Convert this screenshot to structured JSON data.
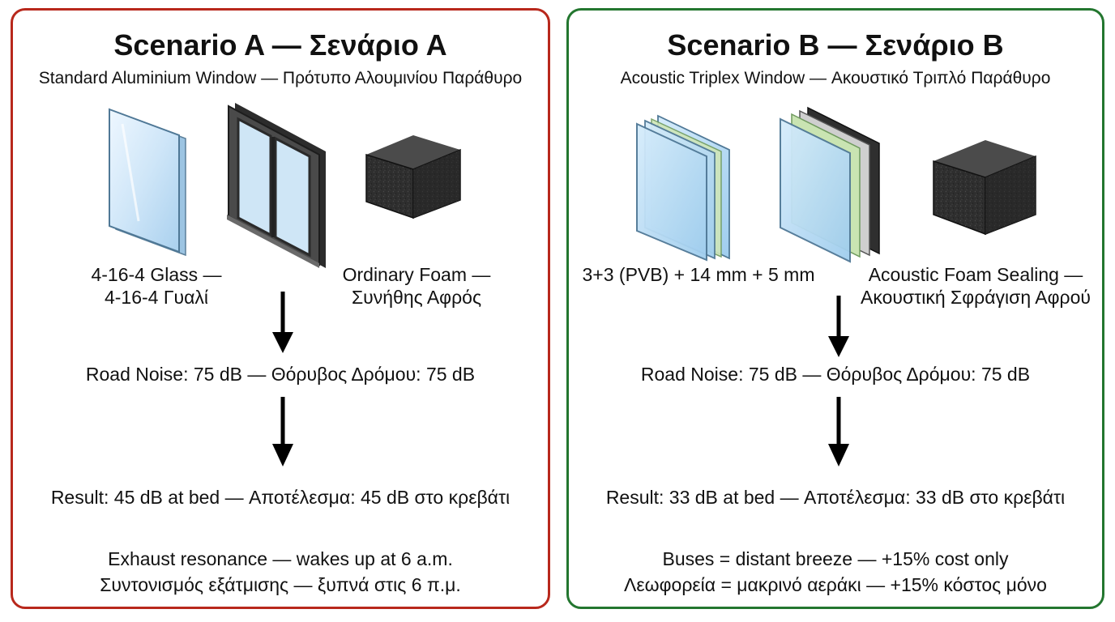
{
  "scenario_a": {
    "title": "Scenario A — Σενάριο Α",
    "subtitle": "Standard Aluminium Window — Πρότυπο Αλουμινίου Παράθυρο",
    "glass_label_1": "4-16-4 Glass —",
    "glass_label_2": "4-16-4 Γυαλί",
    "foam_label_1": "Ordinary Foam —",
    "foam_label_2": "Συνήθης Αφρός",
    "road_noise": "Road Noise: 75 dB — Θόρυβος Δρόμου: 75 dB",
    "result": "Result: 45 dB at bed — Αποτέλεσμα: 45 dB στο κρεβάτι",
    "outcome_1": "Exhaust resonance — wakes up at 6 a.m.",
    "outcome_2": "Συντονισμός εξάτμισης — ξυπνά στις 6 π.μ.",
    "border_color": "#b8281c"
  },
  "scenario_b": {
    "title": "Scenario B — Σενάριο Β",
    "subtitle": "Acoustic Triplex Window — Ακουστικό Τριπλό Παράθυρο",
    "glass_label_1": "3+3 (PVB) + 14 mm + 5 mm",
    "foam_label_1": "Acoustic Foam Sealing —",
    "foam_label_2": "Ακουστική Σφράγιση Αφρού",
    "road_noise": "Road Noise: 75 dB — Θόρυβος Δρόμου: 75 dB",
    "result": "Result: 33 dB at bed — Αποτέλεσμα: 33 dB στο κρεβάτι",
    "outcome_1": "Buses = distant breeze — +15% cost only",
    "outcome_2": "Λεωφορεία = μακρινό αεράκι — +15% κόστος μόνο",
    "border_color": "#23762f"
  },
  "icons": [
    "glass-pane-icon",
    "aluminium-window-frame-icon",
    "foam-block-icon",
    "laminated-glass-layers-icon",
    "triple-glazing-stack-icon",
    "acoustic-foam-block-icon",
    "down-arrow-icon"
  ]
}
